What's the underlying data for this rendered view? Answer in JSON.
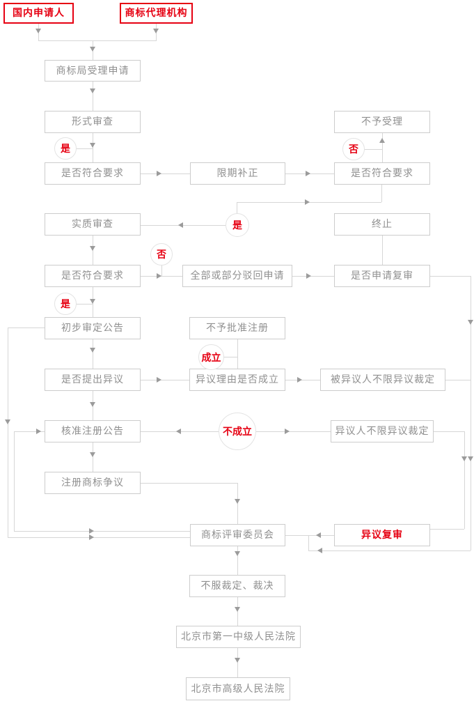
{
  "palette": {
    "accent_red": "#e60012",
    "box_border": "#cccccc",
    "box_text": "#8f8f8f",
    "connector_line": "#d6d6d6",
    "arrowhead": "#9b9b9b"
  },
  "nodes": {
    "domestic_applicant": {
      "label": "国内申请人"
    },
    "agency": {
      "label": "商标代理机构"
    },
    "accept": {
      "label": "商标局受理申请"
    },
    "formal_exam": {
      "label": "形式审查"
    },
    "not_accepted": {
      "label": "不予受理"
    },
    "meet_req_1": {
      "label": "是否符合要求"
    },
    "correction": {
      "label": "限期补正"
    },
    "meet_req_2": {
      "label": "是否符合要求"
    },
    "substantive_exam": {
      "label": "实质审查"
    },
    "terminate": {
      "label": "终止"
    },
    "meet_req_3": {
      "label": "是否符合要求"
    },
    "reject_app": {
      "label": "全部或部分驳回申请"
    },
    "apply_review": {
      "label": "是否申请复审"
    },
    "preliminary_publication": {
      "label": "初步审定公告"
    },
    "not_approve_reg": {
      "label": "不予批准注册"
    },
    "objection_raised": {
      "label": "是否提出异议"
    },
    "objection_grounds": {
      "label": "异议理由是否成立"
    },
    "opposed_party_ruling": {
      "label": "被异议人不限异议裁定"
    },
    "approved_publication": {
      "label": "核准注册公告"
    },
    "opponent_ruling": {
      "label": "异议人不限异议裁定"
    },
    "registered_dispute": {
      "label": "注册商标争议"
    },
    "trab": {
      "label": "商标评审委员会"
    },
    "objection_review": {
      "label": "异议复审"
    },
    "dissatisfied": {
      "label": "不服裁定、裁决"
    },
    "first_court": {
      "label": "北京市第一中级人民法院"
    },
    "high_court": {
      "label": "北京市高级人民法院"
    }
  },
  "decisions": {
    "yes1": {
      "label": "是"
    },
    "no1": {
      "label": "否"
    },
    "yes2": {
      "label": "是"
    },
    "no2": {
      "label": "否"
    },
    "yes3": {
      "label": "是"
    },
    "established": {
      "label": "成立"
    },
    "not_established": {
      "label": "不成立"
    }
  }
}
